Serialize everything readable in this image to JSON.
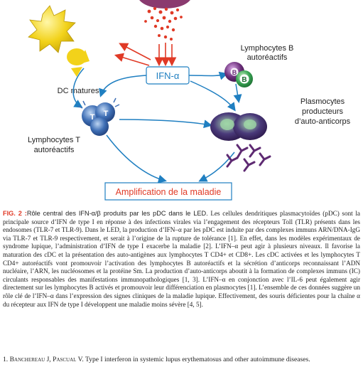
{
  "diagram": {
    "center_label": "IFN-α",
    "dc_label": "DC matures",
    "b_label_line1": "Lymphocytes B",
    "b_label_line2": "autoréactifs",
    "plasma_line1": "Plasmocytes",
    "plasma_line2": "producteurs",
    "plasma_line3": "d’auto-anticorps",
    "t_label_line1": "Lymphocytes T",
    "t_label_line2": "autoréactifs",
    "bottom_box": "Amplification de la maladie",
    "t_letter": "T",
    "b_letter": "B",
    "colors": {
      "accent_red": "#e03a26",
      "dc_yellow": "#f2d21a",
      "t_blue": "#3f6fb5",
      "b_purple": "#6b2e7a",
      "b_green": "#3aa655",
      "arrow_blue": "#1f7fc1",
      "antibody_purple": "#5e2a72"
    }
  },
  "caption": {
    "fig_label": "FIG. 2 :",
    "fig_text": "Rôle central des IFN-α/β produits par les pDC dans le LED.",
    "body": " Les cellules dendritiques plasmacytoïdes (pDC) sont la principale source d’IFN de type I en réponse à des infections virales via l’engagement des récepteurs Toll (TLR) présents dans les endosomes (TLR-7 et TLR-9). Dans le LED, la production d’IFN–α par les pDC est induite par des complexes immuns ARN/DNA-IgG via TLR-7 et TLR-9 respectivement, et serait à l’origine de la rupture de tolérance [1]. En effet, dans les modèles expérimentaux de syndrome lupique, l’administration d’IFN de type I exacerbe la maladie [2]. L’IFN–α peut agir à plusieurs niveaux. Il favorise la maturation des cDC et la présentation des auto-antigènes aux lymphocytes T CD4+ et CD8+. Les cDC activées et les lymphocytes T CD4+ autoréactifs vont promouvoir l’activation des lymphocytes B autoréactifs et la sécrétion d’anticorps reconnaissant l’ADN nucléaire, l’ARN, les nucléosomes et la protéine Sm. La production d’auto-anticorps aboutit à la formation de complexes immuns (IC) circulants responsables des manifestations immunopathologiques [1, 3]. L’IFN–α en conjonction avec l’IL-6 peut également agir directement sur les lymphocytes B activés et promouvoir leur différenciation en plasmocytes [1]. L’ensemble de ces données suggère un rôle clé de l’IFN–α dans l’expression des signes cliniques de la maladie lupique. Effectivement, des souris déficientes pour la chaîne α du récepteur aux IFN de type I développent une maladie moins sévère [4, 5]."
  },
  "reference": {
    "number": "1.",
    "authors": "Banchereau J, Pascual V.",
    "title": " Type I interferon in systemic lupus erythematosus and other autoimmune diseases."
  }
}
